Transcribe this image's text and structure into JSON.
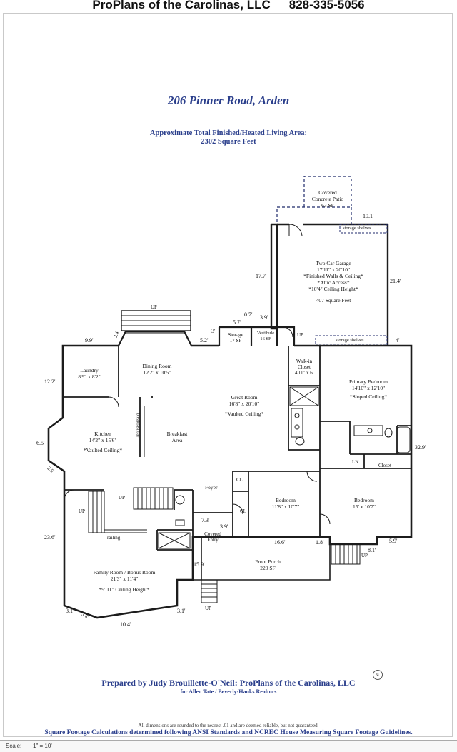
{
  "header": {
    "company": "ProPlans of the Carolinas, LLC",
    "phone": "828-335-5056"
  },
  "address": "206 Pinner Road, Arden",
  "area": {
    "title": "Approximate Total Finished/Heated Living Area:",
    "value": "2302 Square Feet"
  },
  "rooms": {
    "patio": {
      "name": "Covered",
      "name2": "Concrete Patio",
      "size": "63 SF"
    },
    "storage_shelves_top": "storage shelves",
    "garage": {
      "name": "Two Car Garage",
      "size": "17'11\" x 20'10\"",
      "note1": "*Finished Walls & Ceiling*",
      "note2": "*Attic Access*",
      "note3": "*10'4\" Ceiling Height*",
      "sqft": "407 Square Feet"
    },
    "storage_shelves_bottom": "storage shelves",
    "storage": {
      "name": "Storage",
      "size": "17 SF"
    },
    "vestibule": {
      "name": "Vestibule",
      "size": "16 SF"
    },
    "laundry": {
      "name": "Laundry",
      "size": "8'9\" x 8'2\""
    },
    "dining": {
      "name": "Dining Room",
      "size": "12'2\" x 10'5\""
    },
    "great": {
      "name": "Great Room",
      "size": "16'8\" x 20'10\"",
      "note": "*Vaulted Ceiling*"
    },
    "walkin": {
      "name": "Walk-in",
      "name2": "Closet",
      "size": "4'11\" x 6'"
    },
    "primary": {
      "name": "Primary Bedroom",
      "size": "14'10\" x 12'10\"",
      "note": "*Sloped Ceiling*"
    },
    "kitchen": {
      "name": "Kitchen",
      "size": "14'2\" x 15'6\"",
      "note": "*Vaulted Ceiling*"
    },
    "breakfast_bar": "breakfast bar",
    "breakfast": {
      "name": "Breakfast",
      "name2": "Area"
    },
    "foyer": "Foyer",
    "cl1": "CL",
    "cl2": "CL",
    "bedroom1": {
      "name": "Bedroom",
      "size": "11'8\" x 10'7\""
    },
    "bedroom2": {
      "name": "Bedroom",
      "size": "15' x 10'7\""
    },
    "ln": "LN",
    "closet": "Closet",
    "covered_entry": {
      "name": "Covered",
      "name2": "Entry"
    },
    "front_porch": {
      "name": "Front Porch",
      "size": "220 SF"
    },
    "family": {
      "name": "Family Room / Bonus Room",
      "size": "21'3\" x 11'4\"",
      "note": "*9' 11\" Ceiling Height*"
    },
    "railing": "railing"
  },
  "stairs": {
    "up": "UP"
  },
  "dimensions": {
    "d19_1": "19.1'",
    "d17_7": "17.7'",
    "d21_4": "21.4'",
    "d0_7": "0.7'",
    "d5_7": "5.7'",
    "d3_9a": "3.9'",
    "d3a": "3'",
    "d5_2": "5.2'",
    "d2_4": "2.4'",
    "d9_9": "9.9'",
    "d4": "4'",
    "d12_2": "12.2'",
    "d6_5": "6.5'",
    "d2_5": "2.5'",
    "d32_9": "32.9'",
    "d23_6": "23.6'",
    "d7_3": "7.3'",
    "d3_9b": "3.9'",
    "d16_6": "16.6'",
    "d1_8": "1.8'",
    "d8_1": "8.1'",
    "d5_9": "5.9'",
    "d15_9": "15.9'",
    "d3_1a": "3.1'",
    "d3_6": "3.6'",
    "d3_1b": "3.1'",
    "d10_4": "10.4'"
  },
  "footer": {
    "prepared": "Prepared by Judy Brouillette-O'Neil: ProPlans of the Carolinas, LLC",
    "for_line": "for Allen Tate / Beverly-Hanks Realtors",
    "copyright": "c",
    "disclaimer": "All dimensions are rounded to the nearest .01 and are deemed reliable, but not guaranteed.",
    "sqft_note": "Square Footage Calculations determined following ANSI Standards and NCREC House Measuring Square Footage Guidelines.",
    "scale_label": "Scale:",
    "scale_value": "1\" = 10'"
  },
  "colors": {
    "wall": "#1c1c1c",
    "text_blue": "#2b3f8c",
    "dashed": "#1f2a6b"
  }
}
